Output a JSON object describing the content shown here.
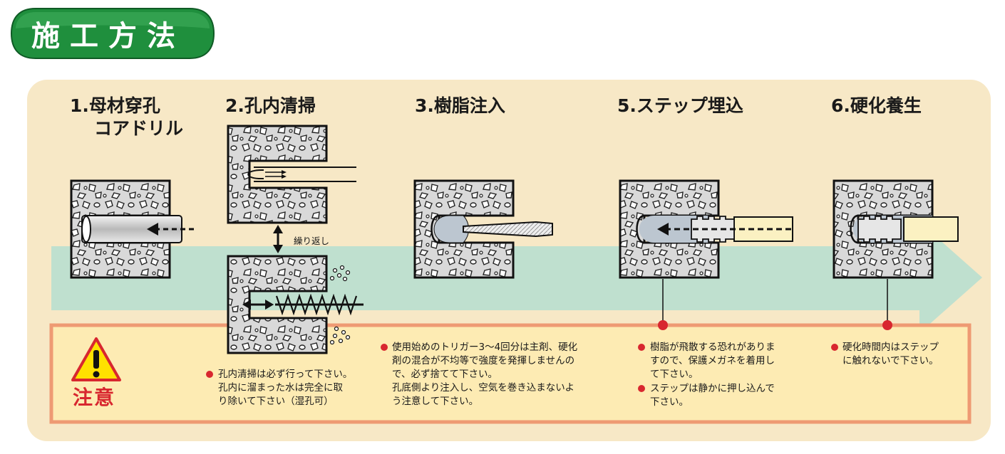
{
  "header": {
    "title": "施工方法"
  },
  "steps": [
    {
      "label_line1": "1.母材穿孔",
      "label_line2": "コアドリル"
    },
    {
      "label_line1": "2.孔内清掃"
    },
    {
      "label_line1": "3.樹脂注入"
    },
    {
      "label_line1": "5.ステップ埋込"
    },
    {
      "label_line1": "6.硬化養生"
    }
  ],
  "repeat_label": "繰り返し",
  "caution": {
    "label": "注意",
    "icon": "warning-triangle-icon"
  },
  "notes": {
    "step2": [
      "孔内清掃は必ず行って下さい。",
      "孔内に溜まった水は完全に取",
      "り除いて下さい（湿孔可）"
    ],
    "step3": [
      "使用始めのトリガー3〜4回分は主剤、硬化",
      "剤の混合が不均等で強度を発揮しませんの",
      "で、必ず捨てて下さい。",
      "孔底側より注入し、空気を巻き込まないよ",
      "う注意して下さい。"
    ],
    "step5a": [
      "樹脂が飛散する恐れがありま",
      "すので、保護メガネを着用し",
      "て下さい。"
    ],
    "step5b": [
      "ステップは静かに押し込んで",
      "下さい。"
    ],
    "step6": [
      "硬化時間内はステップ",
      "に触れないで下さい。"
    ]
  },
  "colors": {
    "title_green": "#1f8f3d",
    "panel": "#f7e8c6",
    "arrow_band": "#bfe0cf",
    "caution_red": "#d8272f",
    "note_box": "#fdebb3",
    "note_border": "#ee9a73",
    "resin": "#fbf1c2"
  }
}
